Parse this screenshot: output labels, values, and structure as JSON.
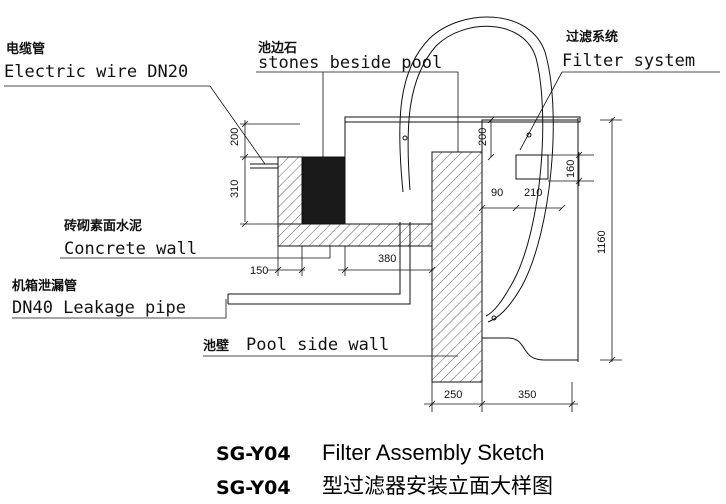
{
  "labels": {
    "electric_cn": "电缆管",
    "electric_en": "Electric wire DN20",
    "stones_cn": "池边石",
    "stones_en": "stones beside pool",
    "filter_cn": "过滤系统",
    "filter_en": "Filter system",
    "concrete_cn": "砖砌素面水泥",
    "concrete_en": "Concrete wall",
    "leakage_cn": "机箱泄漏管",
    "leakage_en": "DN40 Leakage pipe",
    "poolwall_cn": "池壁",
    "poolwall_en": "Pool side wall"
  },
  "dimensions": {
    "d200_left": "200",
    "d310": "310",
    "d200_mid": "200",
    "d90": "90",
    "d210": "210",
    "d160": "160",
    "d1160": "1160",
    "d150": "150",
    "d380": "380",
    "d250": "250",
    "d350": "350"
  },
  "title": {
    "code1": "SG-Y04",
    "name_en": "Filter Assembly Sketch",
    "code2": "SG-Y04",
    "name_cn": "型过滤器安装立面大样图"
  },
  "colors": {
    "line": "#111111",
    "solid_fill": "#1a1a1a",
    "background": "#ffffff"
  }
}
